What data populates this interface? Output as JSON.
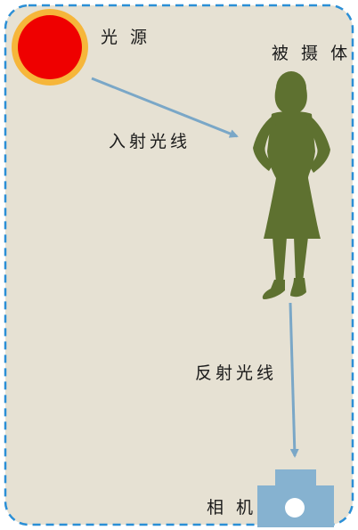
{
  "diagram": {
    "labels": {
      "light_source": "光 源",
      "subject": "被 摄 体",
      "incident_light": "入射光线",
      "reflected_light": "反射光线",
      "camera": "相 机"
    },
    "colors": {
      "background": "#e6e1d3",
      "border": "#2b8fd6",
      "sun_outer": "#f6b63a",
      "sun_inner": "#ef0000",
      "silhouette": "#5e7130",
      "arrow": "#7aa7c7",
      "camera_body": "#86b2d0",
      "camera_lens": "#ffffff"
    },
    "icons": [
      "sun-icon",
      "woman-silhouette-icon",
      "camera-icon"
    ]
  }
}
